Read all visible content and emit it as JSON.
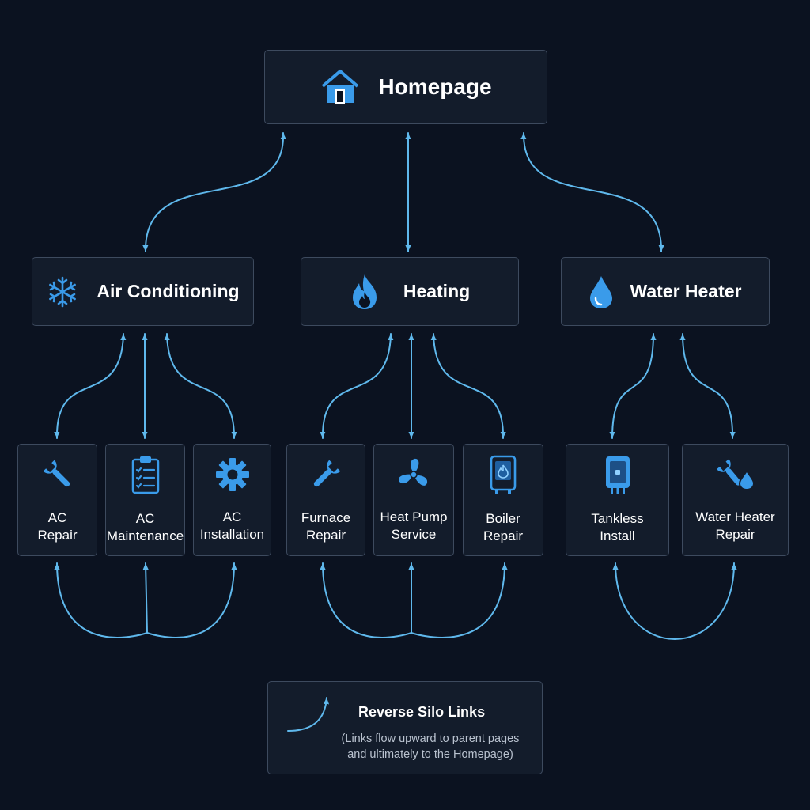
{
  "root": {
    "label": "Homepage",
    "icon": "house-icon"
  },
  "categories": [
    {
      "id": "ac",
      "label": "Air Conditioning",
      "icon": "snowflake-icon"
    },
    {
      "id": "heating",
      "label": "Heating",
      "icon": "flame-icon"
    },
    {
      "id": "water",
      "label": "Water Heater",
      "icon": "water-drop-icon"
    }
  ],
  "services": [
    {
      "id": "ac-repair",
      "parent": "ac",
      "line1": "AC",
      "line2": "Repair",
      "icon": "wrench-icon"
    },
    {
      "id": "ac-maintenance",
      "parent": "ac",
      "line1": "AC",
      "line2": "Maintenance",
      "icon": "clipboard-checklist-icon"
    },
    {
      "id": "ac-installation",
      "parent": "ac",
      "line1": "AC",
      "line2": "Installation",
      "icon": "gear-icon"
    },
    {
      "id": "furnace-repair",
      "parent": "heating",
      "line1": "Furnace",
      "line2": "Repair",
      "icon": "wrench-icon"
    },
    {
      "id": "heat-pump-service",
      "parent": "heating",
      "line1": "Heat Pump",
      "line2": "Service",
      "icon": "fan-icon"
    },
    {
      "id": "boiler-repair",
      "parent": "heating",
      "line1": "Boiler",
      "line2": "Repair",
      "icon": "boiler-icon"
    },
    {
      "id": "tankless-install",
      "parent": "water",
      "line1": "Tankless",
      "line2": "Install",
      "icon": "tankless-heater-icon"
    },
    {
      "id": "water-heater-repair",
      "parent": "water",
      "line1": "Water Heater",
      "line2": "Repair",
      "icon": "wrench-drop-icon"
    }
  ],
  "legend": {
    "title": "Reverse Silo Links",
    "note_line1": "(Links flow upward to parent pages",
    "note_line2": "and ultimately to the Homepage)",
    "icon": "curved-arrow-icon"
  },
  "colors": {
    "background": "#0b1220",
    "node_fill": "#131c2b",
    "node_border": "#3d4a5e",
    "arrow": "#5fb8ec",
    "icon_blue": "#3a9bea"
  }
}
